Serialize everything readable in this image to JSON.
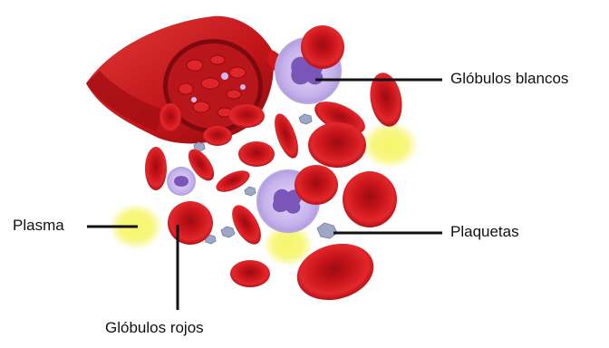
{
  "labels": {
    "white_cells": "Glóbulos blancos",
    "plasma": "Plasma",
    "platelets": "Plaquetas",
    "red_cells": "Glóbulos rojos"
  },
  "colors": {
    "red_cell": "#d0181c",
    "red_cell_dark": "#8e0b10",
    "red_cell_light": "#f05050",
    "vessel": "#c01418",
    "white_cell": "#cdb8ee",
    "white_cell_nucleus": "#7a56b8",
    "platelet": "#9ea8c6",
    "plasma": "#f6f56a",
    "leader_line": "#111111"
  }
}
